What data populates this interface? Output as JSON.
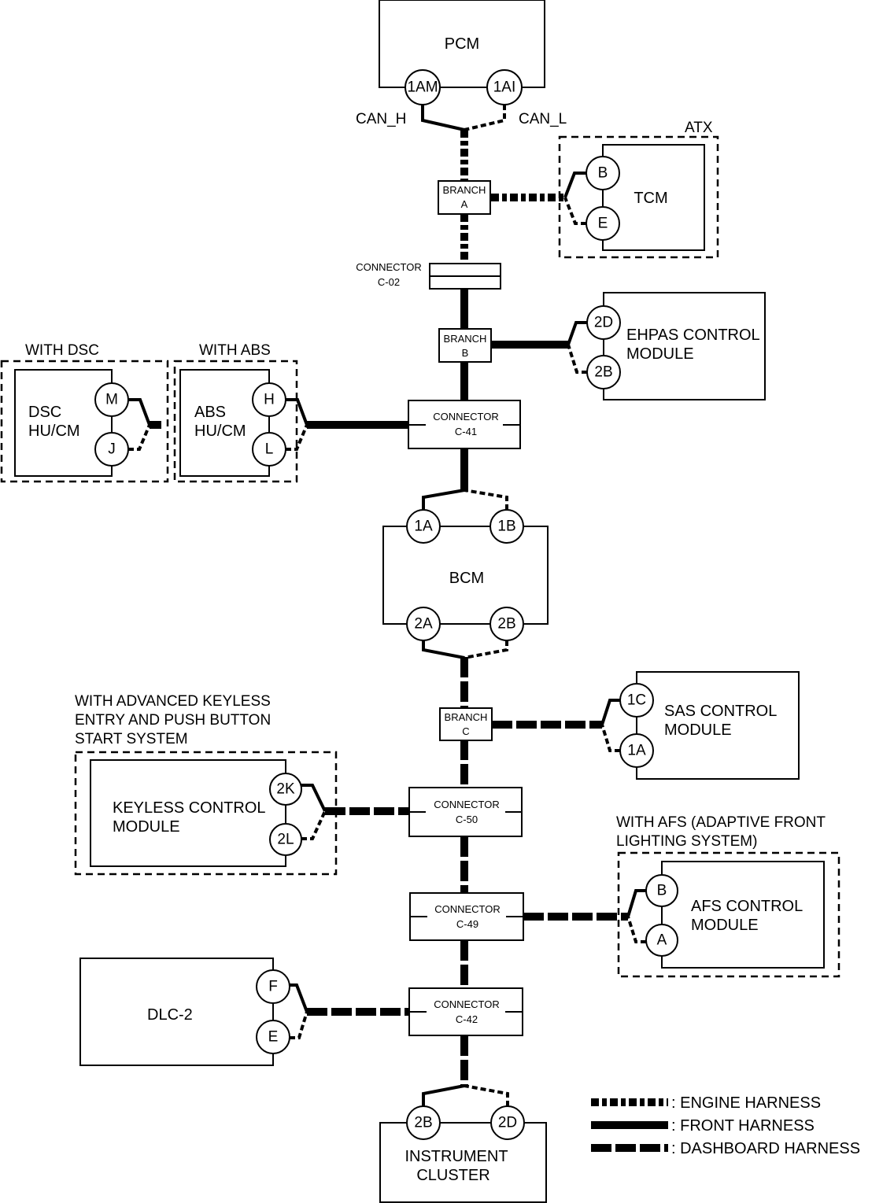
{
  "modules": {
    "pcm": {
      "name": "PCM",
      "pins": [
        "1AM",
        "1AI"
      ],
      "signal_h": "CAN_H",
      "signal_l": "CAN_L"
    },
    "tcm": {
      "name": "TCM",
      "pins": [
        "B",
        "E"
      ],
      "option": "ATX"
    },
    "ehpas": {
      "name_line1": "EHPAS CONTROL",
      "name_line2": "MODULE",
      "pins": [
        "2D",
        "2B"
      ]
    },
    "dsc": {
      "name_line1": "DSC",
      "name_line2": "HU/CM",
      "pins": [
        "M",
        "J"
      ],
      "option": "WITH DSC"
    },
    "abs": {
      "name_line1": "ABS",
      "name_line2": "HU/CM",
      "pins": [
        "H",
        "L"
      ],
      "option": "WITH ABS"
    },
    "bcm": {
      "name": "BCM",
      "pins_top": [
        "1A",
        "1B"
      ],
      "pins_bottom": [
        "2A",
        "2B"
      ]
    },
    "sas": {
      "name_line1": "SAS CONTROL",
      "name_line2": "MODULE",
      "pins": [
        "1C",
        "1A"
      ]
    },
    "keyless": {
      "name_line1": "KEYLESS CONTROL",
      "name_line2": "MODULE",
      "pins": [
        "2K",
        "2L"
      ],
      "option_line1": "WITH ADVANCED KEYLESS",
      "option_line2": "ENTRY AND PUSH BUTTON",
      "option_line3": "START SYSTEM"
    },
    "afs": {
      "name_line1": "AFS CONTROL",
      "name_line2": "MODULE",
      "pins": [
        "B",
        "A"
      ],
      "option_line1": "WITH AFS (ADAPTIVE FRONT",
      "option_line2": "LIGHTING SYSTEM)"
    },
    "dlc": {
      "name": "DLC-2",
      "pins": [
        "F",
        "E"
      ]
    },
    "cluster": {
      "name_line1": "INSTRUMENT",
      "name_line2": "CLUSTER",
      "pins": [
        "2B",
        "2D"
      ]
    }
  },
  "junctions": {
    "branch_a": {
      "line1": "BRANCH",
      "line2": "A"
    },
    "c02": {
      "line1": "CONNECTOR",
      "line2": "C-02"
    },
    "branch_b": {
      "line1": "BRANCH",
      "line2": "B"
    },
    "c41": {
      "line1": "CONNECTOR",
      "line2": "C-41"
    },
    "branch_c": {
      "line1": "BRANCH",
      "line2": "C"
    },
    "c50": {
      "line1": "CONNECTOR",
      "line2": "C-50"
    },
    "c49": {
      "line1": "CONNECTOR",
      "line2": "C-49"
    },
    "c42": {
      "line1": "CONNECTOR",
      "line2": "C-42"
    }
  },
  "legend": [
    {
      "style": "engine",
      "label": ": ENGINE HARNESS"
    },
    {
      "style": "front",
      "label": ": FRONT HARNESS"
    },
    {
      "style": "dashboard",
      "label": ": DASHBOARD HARNESS"
    }
  ]
}
